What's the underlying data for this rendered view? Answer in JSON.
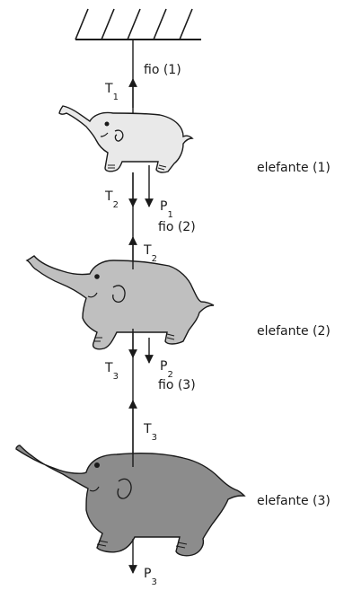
{
  "labels": {
    "fio1": "fio (1)",
    "fio2": "fio (2)",
    "fio3": "fio (3)",
    "elefante1": "elefante (1)",
    "elefante2": "elefante (2)",
    "elefante3": "elefante (3)"
  },
  "forces": {
    "t1": {
      "main": "T",
      "sub": "1"
    },
    "t2a": {
      "main": "T",
      "sub": "2"
    },
    "t2b": {
      "main": "T",
      "sub": "2"
    },
    "t3a": {
      "main": "T",
      "sub": "3"
    },
    "t3b": {
      "main": "T",
      "sub": "3"
    },
    "p1": {
      "main": "P",
      "sub": "1"
    },
    "p2": {
      "main": "P",
      "sub": "2"
    },
    "p3": {
      "main": "P",
      "sub": "3"
    }
  },
  "colors": {
    "elephant1": "#e9e9e9",
    "elephant2": "#bfbfbf",
    "elephant3": "#8c8c8c",
    "line": "#1a1a1a"
  }
}
